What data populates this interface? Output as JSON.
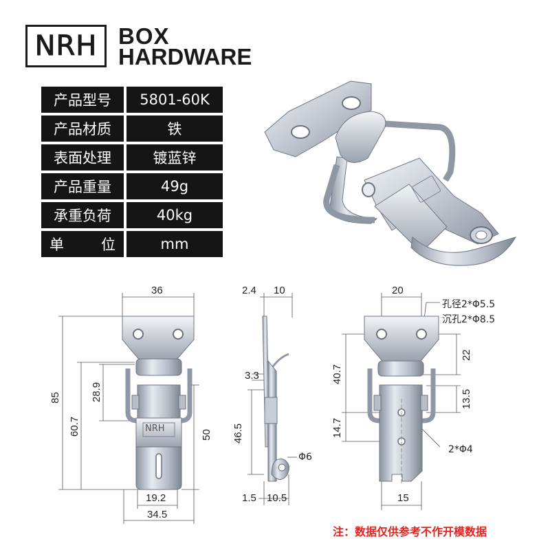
{
  "logo": {
    "mark": "NRH",
    "line1": "BOX",
    "line2": "HARDWARE"
  },
  "specs": [
    {
      "label": "产品型号",
      "value": "5801-60K"
    },
    {
      "label": "产品材质",
      "value": "铁"
    },
    {
      "label": "表面处理",
      "value": "镀蓝锌"
    },
    {
      "label": "产品重量",
      "value": "49g"
    },
    {
      "label": "承重负荷",
      "value": "40kg"
    },
    {
      "label_a": "单",
      "label_b": "位",
      "value": "mm"
    }
  ],
  "dims_front": {
    "width_top": "36",
    "height_total": "85",
    "height_607": "60.7",
    "height_289": "28.9",
    "height_50": "50",
    "width_192": "19.2",
    "width_345": "34.5",
    "plate_mark": "NRH"
  },
  "dims_side": {
    "t24": "2.4",
    "t10": "10",
    "t33": "3.3",
    "h465": "46.5",
    "dia6": "Φ6",
    "t15": "1.5",
    "t105": "10.5"
  },
  "dims_back": {
    "width_20": "20",
    "hole1": "孔径2*Φ5.5",
    "hole2": "沉孔2*Φ8.5",
    "h407": "40.7",
    "h22": "22",
    "h135": "13.5",
    "h147": "14.7",
    "hole3": "2*Φ4",
    "w15": "15"
  },
  "note": "注：数据仅供参考不作开模数据"
}
